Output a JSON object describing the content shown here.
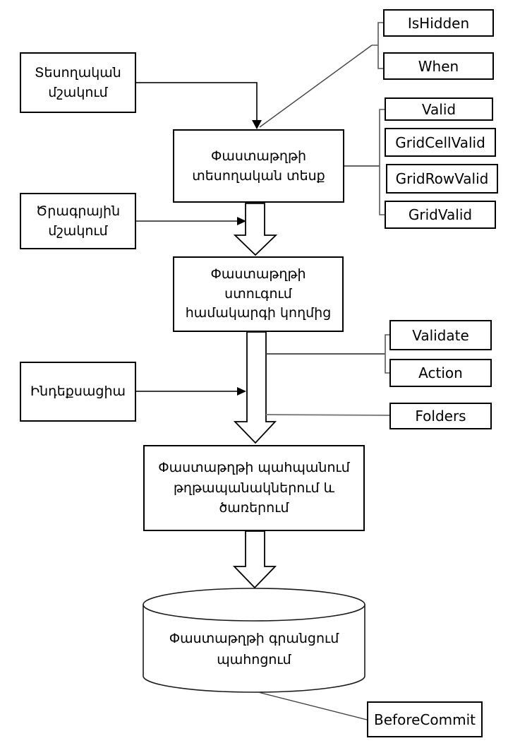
{
  "nodes": {
    "visual_processing": "Տեսողական\nմշակում",
    "program_processing": "Ծրագրային\nմշակում",
    "indexing": "Ինդեքսացիա",
    "doc_visual_view": "Փաստաթղթի\nտեսողական տեսք",
    "doc_system_check": "Փաստաթղթի\nստուգում\nհամակարգի կողմից",
    "doc_storage": "Փաստաթղթի պահպանում\nթղթապանակներում և\nծառերում",
    "doc_commit": "Փաստաթղթի գրանցում\nպահոցում"
  },
  "events": {
    "is_hidden": "IsHidden",
    "when": "When",
    "valid": "Valid",
    "grid_cell_valid": "GridCellValid",
    "grid_row_valid": "GridRowValid",
    "grid_valid": "GridValid",
    "validate": "Validate",
    "action": "Action",
    "folders": "Folders",
    "before_commit": "BeforeCommit"
  },
  "colors": {
    "background": "#ffffff",
    "box_border": "#000000",
    "connector_dark": "#3d3d3d",
    "connector_mid": "#595959",
    "connector_gray": "#808080"
  }
}
